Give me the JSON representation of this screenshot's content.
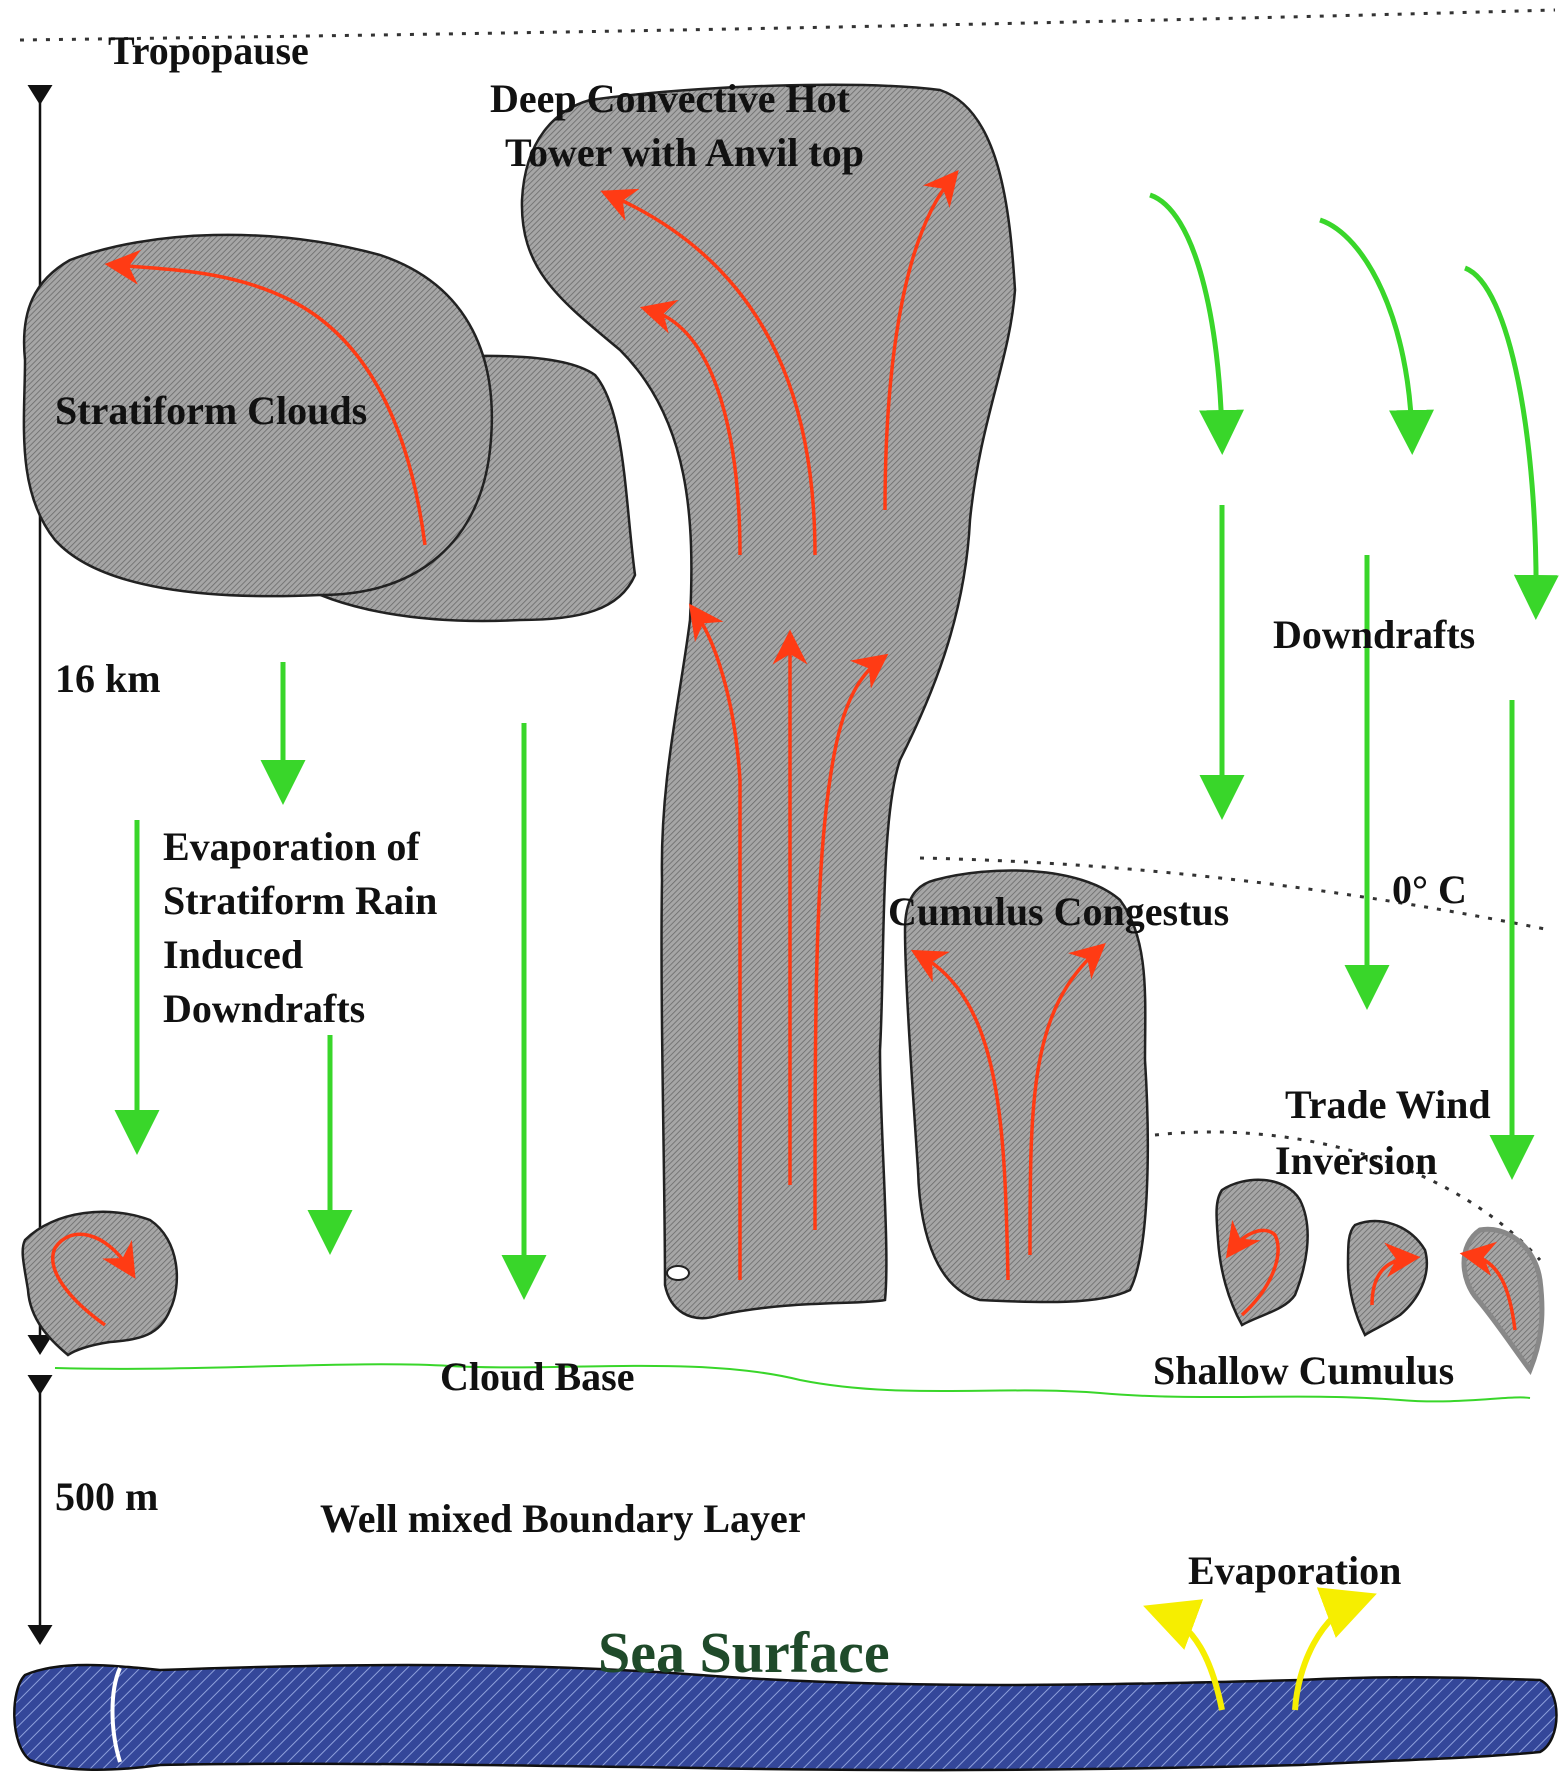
{
  "labels": {
    "tropopause": "Tropopause",
    "hot_tower_line1": "Deep Convective Hot",
    "hot_tower_line2": "Tower with Anvil top",
    "stratiform_clouds": "Stratiform Clouds",
    "height_16km": "16 km",
    "evap_line1": "Evaporation of",
    "evap_line2": "Stratiform Rain",
    "evap_line3": "Induced",
    "evap_line4": "Downdrafts",
    "downdrafts": "Downdrafts",
    "zero_c": "0° C",
    "cumulus_congestus": "Cumulus Congestus",
    "trade_wind_line1": "Trade Wind",
    "trade_wind_line2": "Inversion",
    "cloud_base": "Cloud Base",
    "shallow_cumulus": "Shallow Cumulus",
    "height_500m": "500 m",
    "boundary_layer": "Well mixed Boundary Layer",
    "evaporation": "Evaporation",
    "sea_surface": "Sea Surface"
  },
  "colors": {
    "cloud_fill": "#9a9a9a",
    "cloud_outline": "#222222",
    "updraft": "#ff3b14",
    "downdraft": "#39d62a",
    "evaporation_arrow": "#f6ee00",
    "cloud_base_line": "#39d62a",
    "sea_fill": "#2c3e8c",
    "sea_text": "#1f4a2a"
  }
}
